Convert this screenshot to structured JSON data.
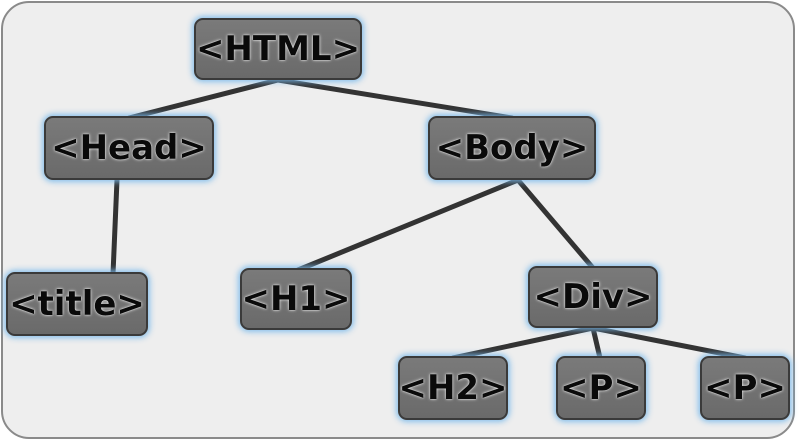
{
  "diagram": {
    "nodes": {
      "html": "<HTML>",
      "head": "<Head>",
      "body": "<Body>",
      "title": "<title>",
      "h1": "<H1>",
      "div": "<Div>",
      "h2": "<H2>",
      "p1": "<P>",
      "p2": "<P>"
    },
    "edges": [
      [
        "html",
        "head"
      ],
      [
        "html",
        "body"
      ],
      [
        "head",
        "title"
      ],
      [
        "body",
        "h1"
      ],
      [
        "body",
        "div"
      ],
      [
        "div",
        "h2"
      ],
      [
        "div",
        "p1"
      ],
      [
        "div",
        "p2"
      ]
    ],
    "colors": {
      "background": "#eeeeee",
      "node_fill": "#707070",
      "node_glow": "#78b9eb",
      "edge": "#333333"
    }
  }
}
